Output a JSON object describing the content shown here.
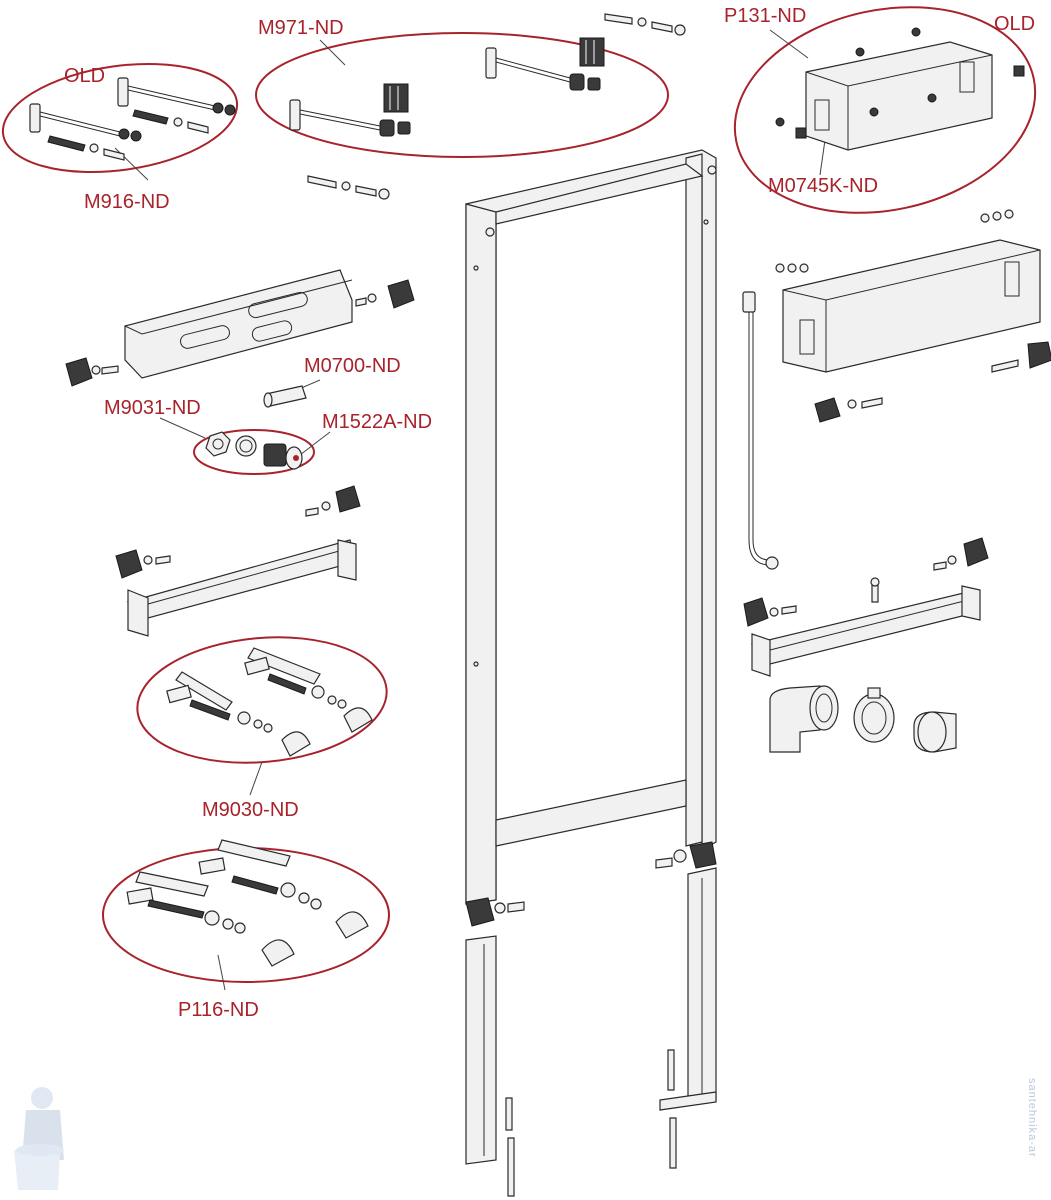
{
  "labels": {
    "old_left": "OLD",
    "old_right": "OLD",
    "m916": "M916-ND",
    "m971": "M971-ND",
    "p131": "P131-ND",
    "m0745k": "M0745K-ND",
    "m0700": "M0700-ND",
    "m9031": "M9031-ND",
    "m1522a": "M1522A-ND",
    "m9030": "M9030-ND",
    "p116": "P116-ND"
  },
  "watermark": "santehnika-ar",
  "colors": {
    "label": "#a8232b",
    "line": "#2b2b2b",
    "watermark": "#b9c9de"
  }
}
